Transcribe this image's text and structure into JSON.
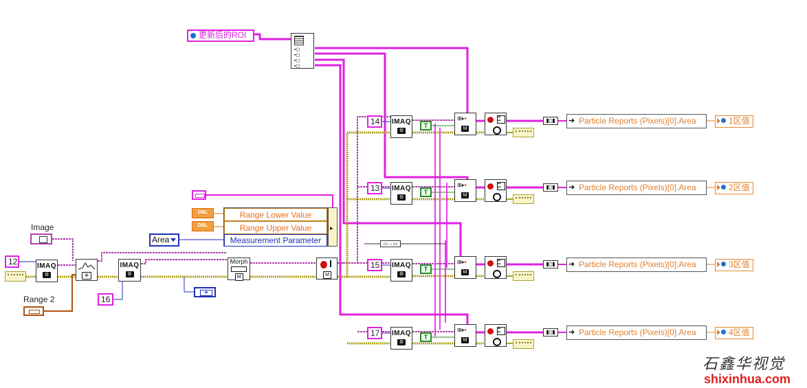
{
  "inputs": {
    "image_label": "Image",
    "range2_label": "Range 2",
    "const_12": "12",
    "const_16": "16",
    "roi_indicator": "更新后的ROI",
    "area_ring": "Area"
  },
  "unbundle": {
    "range_lower": "Range Lower Value",
    "range_upper": "Range Upper Value",
    "measurement": "Measurement Parameter"
  },
  "nodes": {
    "imaq_label": "IMAQ",
    "morph_label": "Morph",
    "dbl_label": "DBL",
    "true_label": "T"
  },
  "rows": [
    {
      "const": "14",
      "report": "Particle Reports (Pixels)[0].Area",
      "output": "1区值"
    },
    {
      "const": "13",
      "report": "Particle Reports (Pixels)[0].Area",
      "output": "2区值"
    },
    {
      "const": "15",
      "report": "Particle Reports (Pixels)[0].Area",
      "output": "3区值"
    },
    {
      "const": "17",
      "report": "Particle Reports (Pixels)[0].Area",
      "output": "4区值"
    }
  ],
  "watermark": {
    "text": "石鑫华视觉",
    "url": "shixinhua.com"
  },
  "colors": {
    "image_wire": "#b040b0",
    "roi_wire": "#e020e0",
    "error_wire": "#b0a020",
    "numeric_wire": "#1e2fb8",
    "bool_wire": "#2a8a2a",
    "report_text": "#e08030"
  }
}
